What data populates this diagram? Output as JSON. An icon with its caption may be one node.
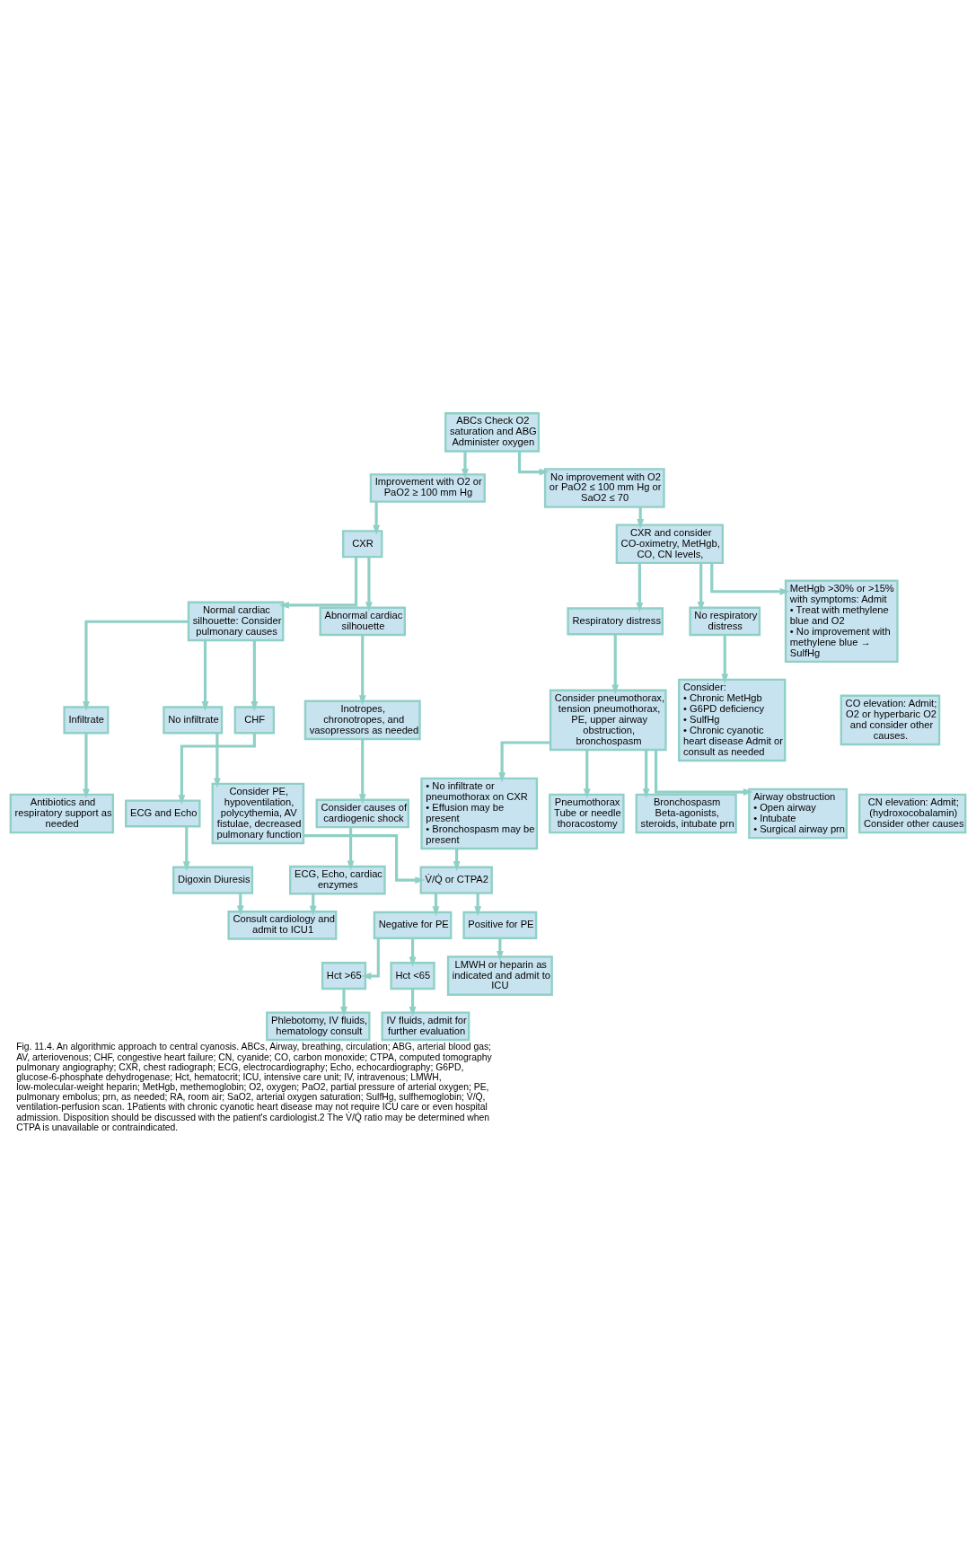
{
  "diagram": {
    "caption": "Fig. 11.4. An algorithmic approach to central cyanosis. ABCs, Airway, breathing, circulation; ABG, arterial blood gas; AV, arteriovenous; CHF, congestive heart failure; CN, cyanide; CO, carbon monoxide; CTPA, computed tomography pulmonary angiography; CXR, chest radiograph; ECG, electrocardiography; Echo, echocardiography; G6PD, glucose-6-phosphate dehydrogenase; Hct, hematocrit; ICU, intensive care unit; IV, intravenous; LMWH, low-molecular-weight heparin; MetHgb, methemoglobin; O2, oxygen; PaO2, partial pressure of arterial oxygen; PE, pulmonary embolus; prn, as needed; RA, room air; SaO2, arterial oxygen saturation; SulfHg, sulfhemoglobin; V̇/Q̇, ventilation-perfusion scan. 1Patients with chronic cyanotic heart disease may not require ICU care or even hospital admission. Disposition should be discussed with the patient's cardiologist.2 The V̇/Q̇ ratio may be determined when CTPA is unavailable or contraindicated.",
    "nodes": [
      {
        "text": [
          "ABCs Check O2 saturation and ABG Administer oxygen"
        ]
      },
      {
        "text": [
          "Improvement with O2 or PaO2 ≥ 100 mm Hg"
        ]
      },
      {
        "text": [
          "No improvement with O2 or PaO2 ≤ 100 mm Hg or SaO2 ≤ 70"
        ]
      },
      {
        "text": [
          "CXR"
        ]
      },
      {
        "text": [
          "CXR and consider CO-oximetry, MetHgb, CO, CN levels,"
        ]
      },
      {
        "text": [
          "Normal cardiac silhouette: Consider pulmonary causes"
        ]
      },
      {
        "text": [
          "Abnormal cardiac silhouette"
        ]
      },
      {
        "text": [
          "Respiratory distress"
        ]
      },
      {
        "text": [
          "No respiratory distress"
        ]
      },
      {
        "text": [
          "Infiltrate"
        ]
      },
      {
        "text": [
          "No infiltrate"
        ]
      },
      {
        "text": [
          "CHF"
        ]
      },
      {
        "text": [
          "Inotropes, chronotropes, and vasopressors as needed"
        ]
      },
      {
        "text": [
          "Consider pneumothorax, tension pneumothorax, PE, upper airway obstruction, bronchospasm"
        ]
      },
      {
        "text": [
          "Consider: • Chronic MetHgb • G6PD deficiency • SulfHg • Chronic cyanotic heart disease Admit or consult as needed"
        ]
      },
      {
        "text": [
          "Antibiotics and respiratory support as needed"
        ]
      },
      {
        "text": [
          "Consider PE, hypoventilation, polycythemia, AV fistulae, decreased pulmonary function"
        ]
      },
      {
        "text": [
          "ECG and Echo"
        ]
      },
      {
        "text": [
          "Consider causes of cardiogenic shock"
        ]
      },
      {
        "text": [
          "Pneumothorax",
          "Tube or needle thoracostomy"
        ]
      },
      {
        "text": [
          "Digoxin Diuresis"
        ]
      },
      {
        "text": [
          "ECG, Echo, cardiac enzymes"
        ]
      },
      {
        "text": [
          "Bronchospasm",
          "Beta-agonists, steroids, intubate prn"
        ]
      },
      {
        "text": [
          "MetHgb >30% or >15% with symptoms: Admit • Treat with methylene blue and O2 • No improvement with methylene blue → SulfHg"
        ]
      },
      {
        "text": [
          "CO elevation: Admit; O2 or hyperbaric O2 and consider other causes."
        ]
      },
      {
        "text": [
          "CN elevation: Admit; (hydroxocobalamin) Consider other causes"
        ]
      },
      {
        "text": [
          "Consult cardiology and admit to ICU1"
        ]
      },
      {
        "text": [
          "Airway obstruction • Open airway • Intubate • Surgical airway prn"
        ]
      },
      {
        "text": [
          "V̇/Q̇ or CTPA2"
        ]
      },
      {
        "text": [
          "Negative for PE"
        ]
      },
      {
        "text": [
          "Positive for PE"
        ]
      },
      {
        "text": [
          "• No infiltrate or pneumothorax on CXR • Effusion may be present • Bronchospasm may be present"
        ]
      },
      {
        "text": [
          "Hct >65"
        ]
      },
      {
        "text": [
          "Hct <65"
        ]
      },
      {
        "text": [
          "Phlebotomy, IV fluids, hematology consult"
        ]
      },
      {
        "text": [
          "IV fluids, admit for further evaluation"
        ]
      },
      {
        "text": [
          "LMWH or heparin as indicated and admit to ICU"
        ]
      }
    ],
    "edges": [
      {
        "from": 0,
        "to": 1,
        "arrow": "to"
      },
      {
        "from": 0,
        "to": 2,
        "arrow": "to"
      },
      {
        "from": 1,
        "to": 3,
        "arrow": "to"
      },
      {
        "from": 2,
        "to": 4,
        "arrow": "to"
      },
      {
        "from": 3,
        "to": 5,
        "arrow": "to"
      },
      {
        "from": 3,
        "to": 6,
        "arrow": "to"
      },
      {
        "from": 4,
        "to": 7,
        "arrow": "to"
      },
      {
        "from": 4,
        "to": 8,
        "arrow": "to"
      },
      {
        "from": 4,
        "to": 23,
        "arrow": "to"
      },
      {
        "from": 5,
        "to": 9,
        "arrow": "to"
      },
      {
        "from": 5,
        "to": 10,
        "arrow": "to"
      },
      {
        "from": 5,
        "to": 11,
        "arrow": "to"
      },
      {
        "from": 6,
        "to": 12,
        "arrow": "to"
      },
      {
        "from": 7,
        "to": 13,
        "arrow": "to"
      },
      {
        "from": 8,
        "to": 14,
        "arrow": "to"
      },
      {
        "from": 9,
        "to": 15,
        "arrow": "to"
      },
      {
        "from": 10,
        "to": 16,
        "arrow": "to"
      },
      {
        "from": 11,
        "to": 17,
        "arrow": "to"
      },
      {
        "from": 12,
        "to": 18,
        "arrow": "to"
      },
      {
        "from": 17,
        "to": 20,
        "arrow": "to"
      },
      {
        "from": 18,
        "to": 21,
        "arrow": "to"
      },
      {
        "from": 20,
        "to": 26,
        "arrow": "to"
      },
      {
        "from": 21,
        "to": 26,
        "arrow": "to"
      },
      {
        "from": 13,
        "to": 19,
        "arrow": "to"
      },
      {
        "from": 13,
        "to": 22,
        "arrow": "to"
      },
      {
        "from": 13,
        "to": 27,
        "arrow": "to"
      },
      {
        "from": 13,
        "to": 31,
        "arrow": "to"
      },
      {
        "from": 16,
        "to": 28,
        "arrow": "to"
      },
      {
        "from": 31,
        "to": 28,
        "arrow": "to"
      },
      {
        "from": 28,
        "to": 29,
        "arrow": "to"
      },
      {
        "from": 28,
        "to": 30,
        "arrow": "to"
      },
      {
        "from": 29,
        "to": 32,
        "arrow": "to"
      },
      {
        "from": 29,
        "to": 33,
        "arrow": "to"
      },
      {
        "from": 32,
        "to": 34,
        "arrow": "to"
      },
      {
        "from": 33,
        "to": 35,
        "arrow": "to"
      },
      {
        "from": 30,
        "to": 36,
        "arrow": "to"
      }
    ]
  }
}
